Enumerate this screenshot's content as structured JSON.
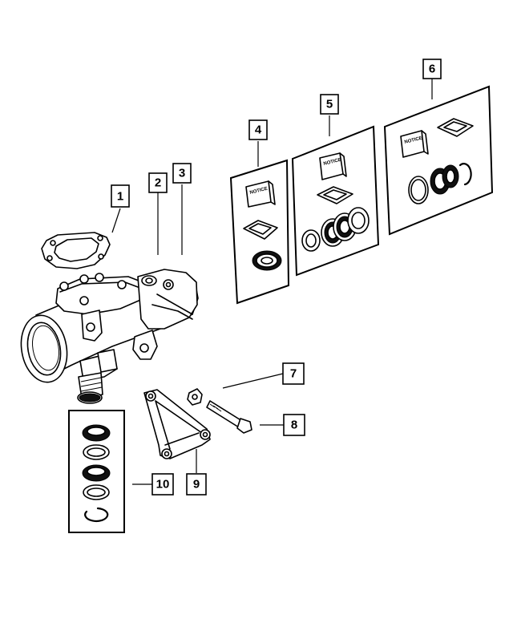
{
  "callouts": [
    {
      "id": "1",
      "label": "1"
    },
    {
      "id": "2",
      "label": "2"
    },
    {
      "id": "3",
      "label": "3"
    },
    {
      "id": "4",
      "label": "4"
    },
    {
      "id": "5",
      "label": "5"
    },
    {
      "id": "6",
      "label": "6"
    },
    {
      "id": "7",
      "label": "7"
    },
    {
      "id": "8",
      "label": "8"
    },
    {
      "id": "9",
      "label": "9"
    },
    {
      "id": "10",
      "label": "10"
    }
  ],
  "kit_cards": {
    "notice_text": "NOTICE"
  },
  "colors": {
    "line": "#000000",
    "background": "#ffffff"
  }
}
